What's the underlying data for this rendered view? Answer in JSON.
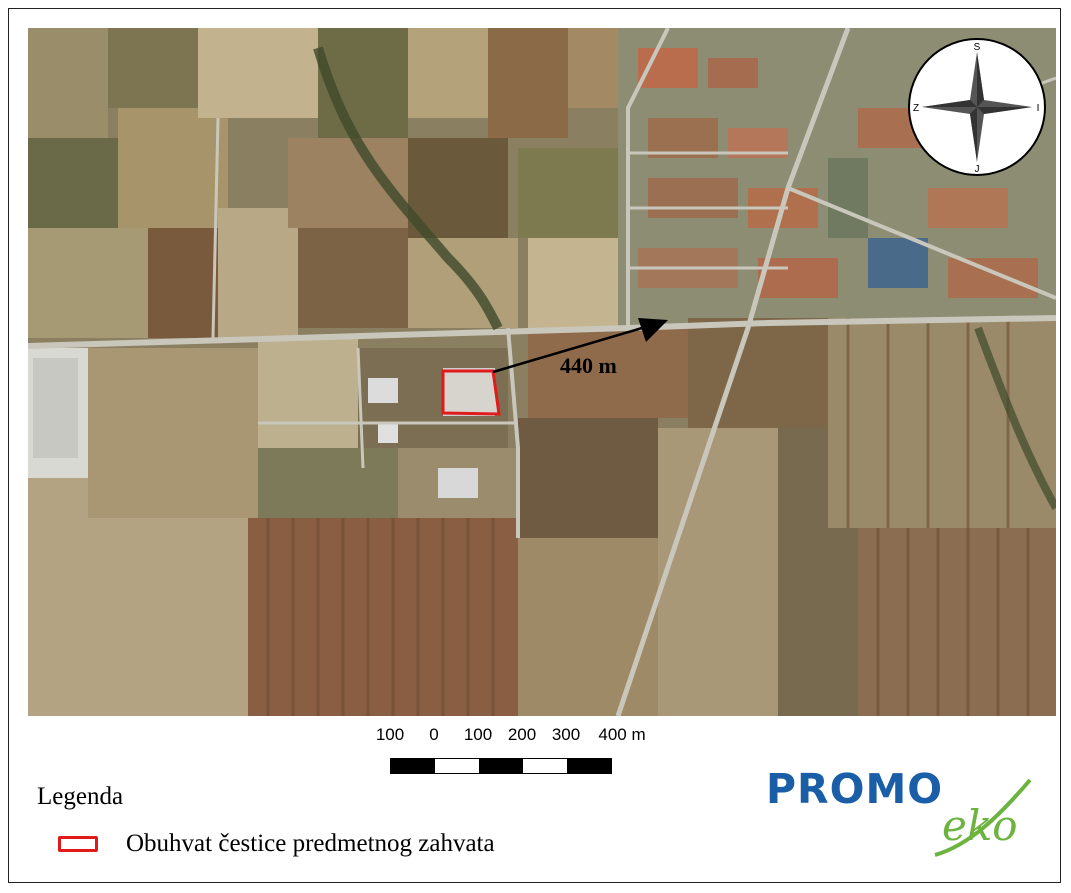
{
  "map": {
    "distance_label": "440 m"
  },
  "compass": {
    "north": "S",
    "east": "I",
    "south": "J",
    "west": "Z"
  },
  "scale": {
    "labels": [
      "100",
      "0",
      "100",
      "200",
      "300",
      "400 m"
    ],
    "colors": [
      "#000000",
      "#ffffff",
      "#000000",
      "#ffffff",
      "#000000"
    ]
  },
  "legend": {
    "title": "Legenda",
    "items": [
      {
        "label": "Obuhvat čestice predmetnog zahvata",
        "color": "#e11b1b"
      }
    ]
  },
  "logo": {
    "brand": "PROMO",
    "sub": "eko",
    "brand_color": "#1a5ea8",
    "sub_color": "#6db33f"
  }
}
